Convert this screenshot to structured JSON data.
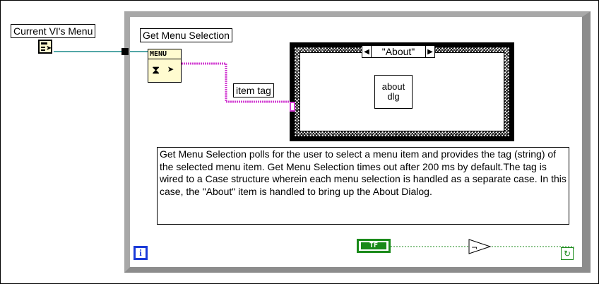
{
  "labels": {
    "current_vis_menu": "Current VI's Menu",
    "get_menu_selection": "Get Menu Selection",
    "item_tag": "item tag"
  },
  "getmenu_icon": {
    "title": "MENU",
    "hourglass_glyph": "⧗",
    "pointer_glyph": "➤"
  },
  "case_structure": {
    "selector_value": "\"About\"",
    "left_arrow": "◀",
    "right_arrow": "▶"
  },
  "subvi": {
    "label_line1": "about",
    "label_line2": "dlg"
  },
  "comment_text": "Get Menu Selection polls for the user to select a menu item and  provides the tag (string) of the selected menu item. Get Menu Selection times out after 200 ms by default.The tag is wired to a Case structure wherein each menu selection is handled as a separate case. In this case,  the \"About\" item is handled to bring up the About Dialog.",
  "bool_constant": {
    "label": "TF"
  },
  "iteration_terminal": {
    "label": "i"
  },
  "stop_terminal": {
    "glyph": "↻"
  },
  "colors": {
    "refnum_wire": "#1a8a8a",
    "string_wire": "#d23cd2",
    "boolean_wire": "#1a8a1a",
    "loop_border": "#8c8c8c",
    "iteration_blue": "#1a3ad8"
  }
}
